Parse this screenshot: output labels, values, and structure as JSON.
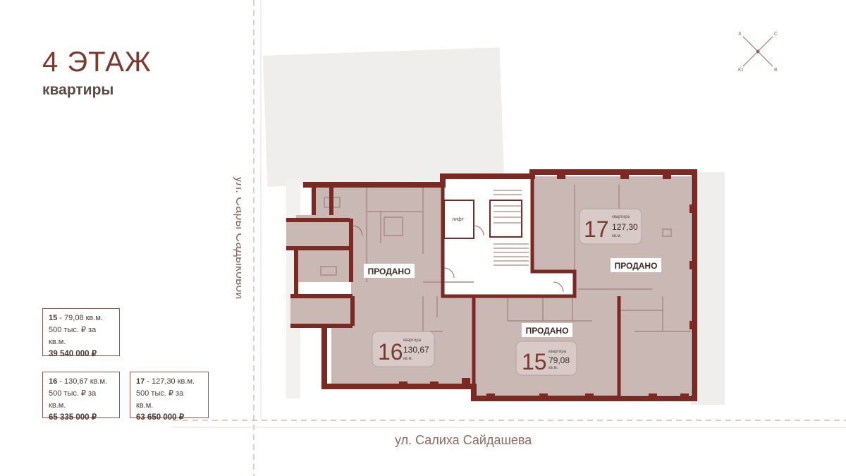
{
  "header": {
    "title": "4 ЭТАЖ",
    "subtitle": "квартиры"
  },
  "streets": {
    "vertical": "ул. Сары Садыковой",
    "horizontal": "ул. Салиха Сайдашева"
  },
  "plan": {
    "lift_label": "лифт",
    "sold_label": "ПРОДАНО",
    "apt_word": "квартира",
    "unit": "кв.м.",
    "apartments": [
      {
        "number": "16",
        "area": "130,67"
      },
      {
        "number": "15",
        "area": "79,08"
      },
      {
        "number": "17",
        "area": "127,30"
      }
    ]
  },
  "compass": {
    "labels": [
      "С",
      "З",
      "Ю",
      "В"
    ]
  },
  "cards": [
    {
      "number": "15",
      "area": "79,08 кв.м.",
      "rate": "500 тыс. ₽ за кв.м.",
      "price": "39 540 000 ₽"
    },
    {
      "number": "16",
      "area": "130,67 кв.м.",
      "rate": "500 тыс. ₽ за кв.м.",
      "price": "65 335 000 ₽"
    },
    {
      "number": "17",
      "area": "127,30 кв.м.",
      "rate": "500 тыс. ₽ за кв.м.",
      "price": "63 650 000 ₽"
    }
  ],
  "colors": {
    "wall": "#7a2a22",
    "floor": "#c9b8b3",
    "sold_bg": "#ffffff",
    "card_border": "#8a5a50"
  }
}
